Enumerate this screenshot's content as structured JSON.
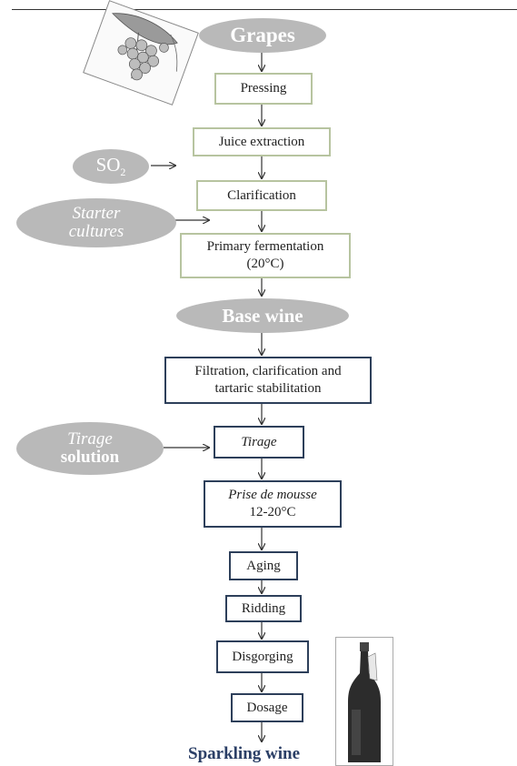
{
  "inputs": {
    "grapes": "Grapes",
    "so2_prefix": "SO",
    "so2_subscript": "2",
    "starter_line1": "Starter",
    "starter_line2": "cultures",
    "base_wine": "Base wine",
    "tirage_line1": "Tirage",
    "tirage_line2": "solution"
  },
  "steps": {
    "pressing": "Pressing",
    "juice_extraction": "Juice extraction",
    "clarification": "Clarification",
    "primary_fermentation_line1": "Primary fermentation",
    "primary_fermentation_line2": "(20°C)",
    "filtration_line1": "Filtration, clarification and",
    "filtration_line2": "tartaric stabilitation",
    "tirage": "Tirage",
    "prise_line1": "Prise de mousse",
    "prise_line2": "12-20°C",
    "aging": "Aging",
    "ridding": "Ridding",
    "disgorging": "Disgorging",
    "dosage": "Dosage"
  },
  "output": {
    "sparkling_wine": "Sparkling wine"
  },
  "colors": {
    "oval_fill": "#b9b9b9",
    "box_border_early": "#b7c4a0",
    "box_border_late": "#2d3f5a",
    "output_text": "#2b3f66"
  }
}
